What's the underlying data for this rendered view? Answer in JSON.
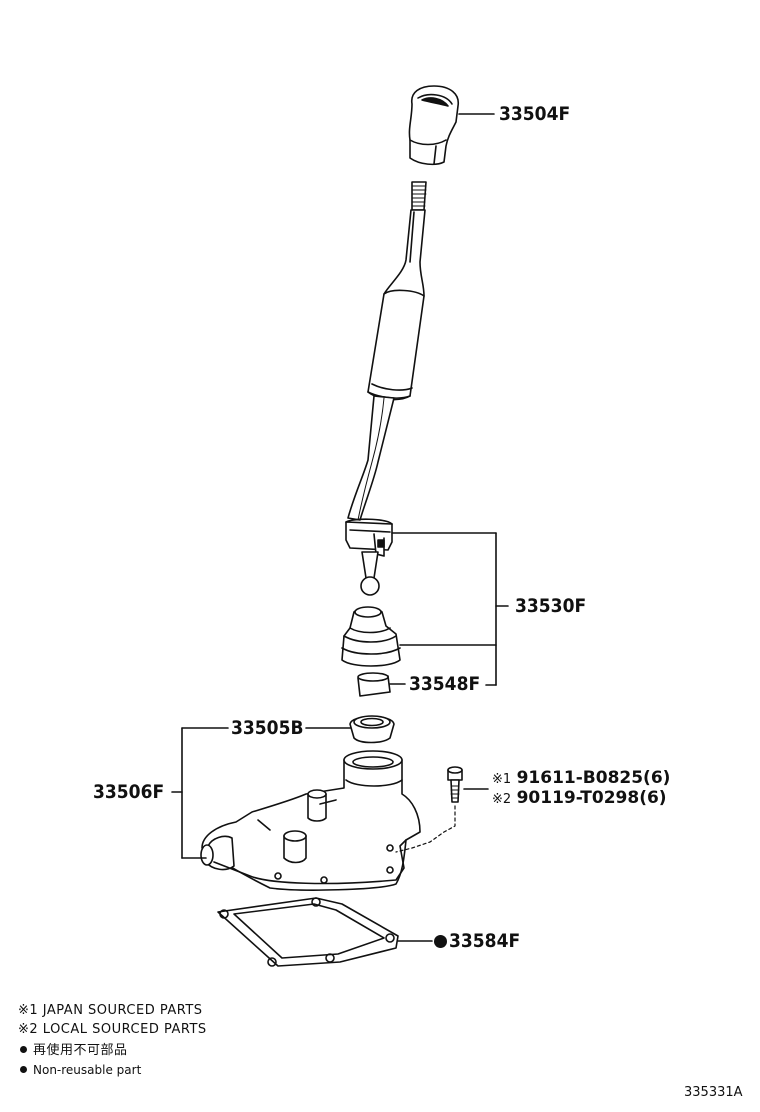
{
  "parts": {
    "knob": "33504F",
    "lever_assy": "33530F",
    "bushing": "33548F",
    "seat": "33505B",
    "retainer": "33506F",
    "gasket": "33584F"
  },
  "bolts": {
    "bolt1_ref": "※1",
    "bolt1_part": "91611-B0825(6)",
    "bolt2_ref": "※2",
    "bolt2_part": "90119-T0298(6)"
  },
  "legend": {
    "line1": "※1 JAPAN SOURCED PARTS",
    "line2": "※2 LOCAL SOURCED PARTS",
    "line3": "再使用不可部品",
    "line4": "Non-reusable part"
  },
  "diagram_id": "335331A"
}
